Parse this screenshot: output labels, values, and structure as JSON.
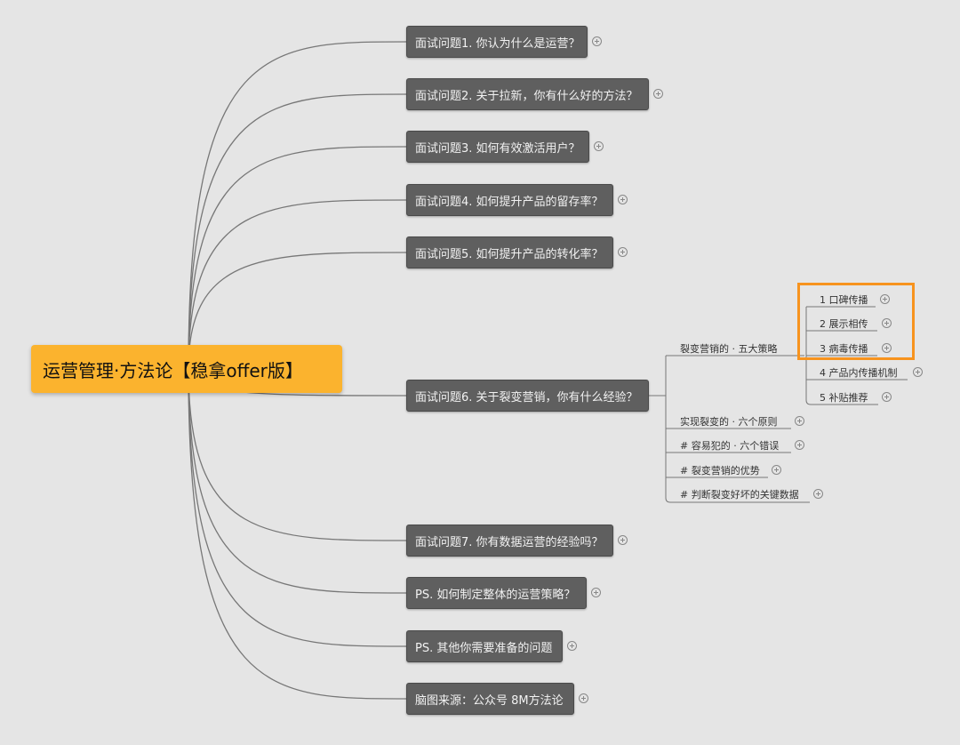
{
  "root": {
    "label": "运营管理·方法论【稳拿offer版】",
    "color": "#fbb32e"
  },
  "topics": [
    {
      "label": "面试问题1. 你认为什么是运营？"
    },
    {
      "label": "面试问题2. 关于拉新，你有什么好的方法？"
    },
    {
      "label": "面试问题3. 如何有效激活用户？"
    },
    {
      "label": "面试问题4. 如何提升产品的留存率？"
    },
    {
      "label": "面试问题5. 如何提升产品的转化率？"
    },
    {
      "label": "面试问题6. 关于裂变营销，你有什么经验？"
    },
    {
      "label": "面试问题7. 你有数据运营的经验吗？"
    },
    {
      "label": "PS. 如何制定整体的运营策略？"
    },
    {
      "label": "PS. 其他你需要准备的问题"
    },
    {
      "label": "脑图来源：公众号 8M方法论"
    }
  ],
  "subtopics": [
    {
      "label": "裂变营销的 · 五大策略"
    },
    {
      "label": "实现裂变的 · 六个原则"
    },
    {
      "label": "# 容易犯的 · 六个错误"
    },
    {
      "label": "# 裂变营销的优势"
    },
    {
      "label": "# 判断裂变好坏的关键数据"
    }
  ],
  "strategies": [
    {
      "label": "1 口碑传播"
    },
    {
      "label": "2 展示相传"
    },
    {
      "label": "3 病毒传播"
    },
    {
      "label": "4 产品内传播机制"
    },
    {
      "label": "5 补贴推荐"
    }
  ],
  "highlight_color": "#f7931e"
}
